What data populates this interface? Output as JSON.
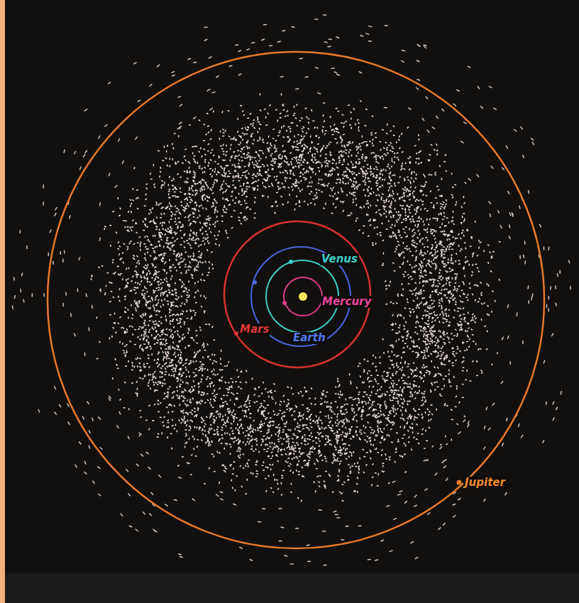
{
  "diagram": {
    "labels": [
      "Venus",
      "Mercury",
      "Mars",
      "Earth",
      "Jupiter"
    ]
  }
}
